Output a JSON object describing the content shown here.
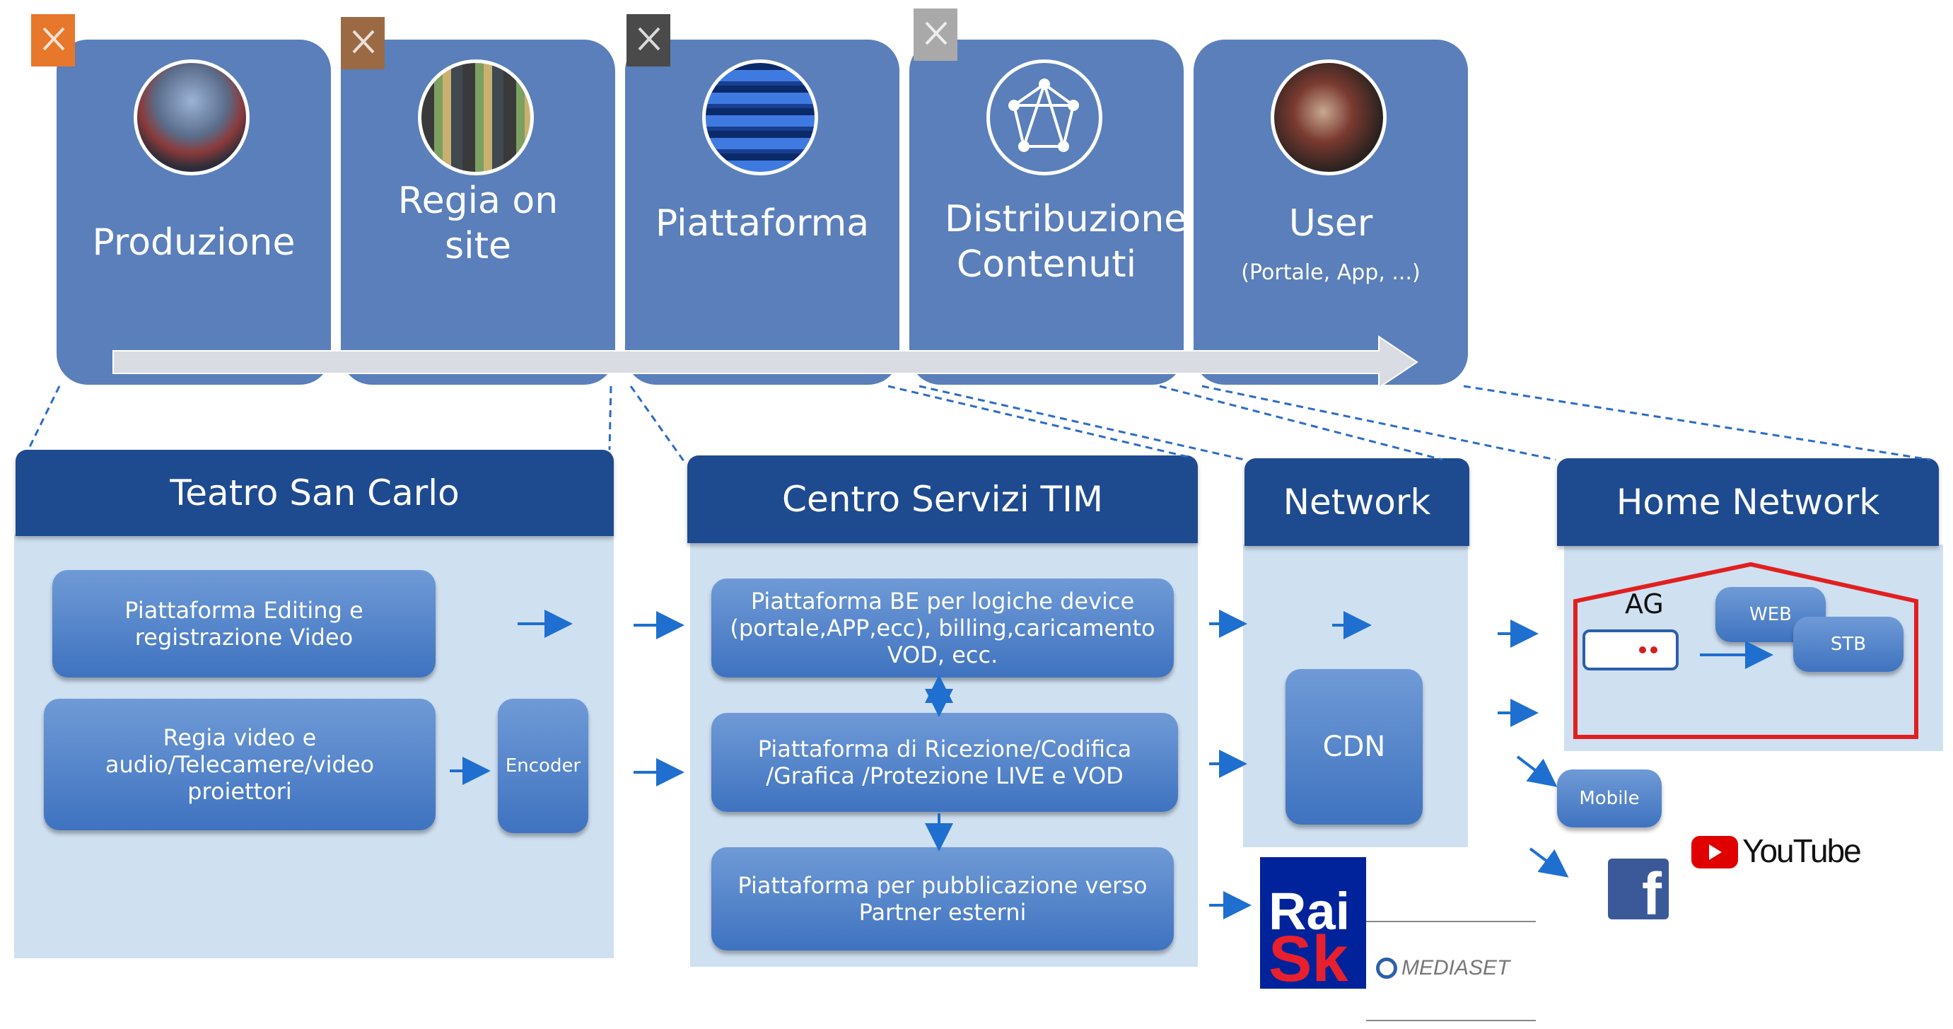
{
  "stages": [
    {
      "label": "Produzione",
      "sub": "",
      "tag_color": "#e6772b",
      "icon": "stadium-photo"
    },
    {
      "label": "Regia on site",
      "sub": "",
      "tag_color": "#9b6a45",
      "icon": "control-room-photo"
    },
    {
      "label": "Piattaforma",
      "sub": "",
      "tag_color": "#4a4a4a",
      "icon": "server-rack-photo"
    },
    {
      "label": "Distribuzione Contenuti",
      "sub": "",
      "tag_color": "#a9a9a9",
      "icon": "network-graph-icon"
    },
    {
      "label": "User",
      "sub": "(Portale, App, ...)",
      "tag_color": "",
      "icon": "concert-photo"
    }
  ],
  "sections": {
    "teatro": {
      "title": "Teatro San Carlo",
      "editing": "Piattaforma Editing e registrazione Video",
      "regia": "Regia video e audio/Telecamere/video proiettori",
      "encoder": "Encoder"
    },
    "centro": {
      "title": "Centro Servizi TIM",
      "be": "Piattaforma BE per logiche device (portale,APP,ecc), billing,caricamento VOD, ecc.",
      "ricezione": "Piattaforma di Ricezione/Codifica /Grafica /Protezione LIVE e VOD",
      "pubblicazione": "Piattaforma per pubblicazione verso Partner esterni"
    },
    "network": {
      "title": "Network",
      "cdn": "CDN"
    },
    "home": {
      "title": "Home Network",
      "ag": "AG",
      "web": "WEB",
      "stb": "STB",
      "mobile": "Mobile"
    }
  },
  "partners": {
    "youtube": "YouTube",
    "facebook": "f",
    "rai_top": "Rai",
    "rai_bottom": "Sk",
    "mediaset": "MEDIASET"
  },
  "colors": {
    "stage_card": "#5a7fba",
    "section_header": "#1e4a8f",
    "section_body": "#cfe0f1",
    "arrow": "#1e6fcf",
    "home_border": "#e02020"
  }
}
